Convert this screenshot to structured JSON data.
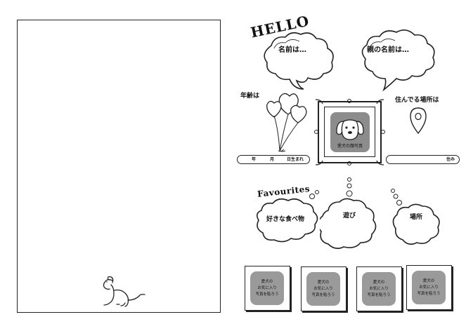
{
  "header": {
    "hello": "HELLO"
  },
  "clouds": {
    "name": "名前は…",
    "parent_name": "親の名前は…"
  },
  "age": {
    "label": "年齢は",
    "year": "年",
    "month": "月",
    "birthday": "日生まれ"
  },
  "residence": {
    "label": "住んでる場所は",
    "suffix": "住み"
  },
  "portrait": {
    "caption": "愛犬の顔写真"
  },
  "favourites": {
    "title": "Favourites",
    "items": [
      "好きな食べ物",
      "遊び",
      "場所"
    ]
  },
  "photo_cards": [
    "愛犬の\nお気に入り\n写真を貼ろう",
    "愛犬の\nお気に入り\n写真を貼ろう",
    "愛犬の\nお気に入り\n写真を貼ろう",
    "愛犬の\nお気に入り\n写真を貼ろう"
  ]
}
